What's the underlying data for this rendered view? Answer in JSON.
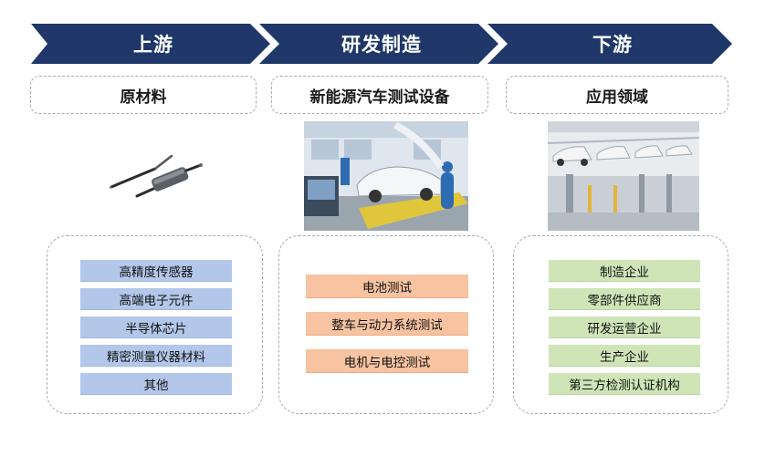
{
  "stages": [
    {
      "title": "上游",
      "category": "原材料"
    },
    {
      "title": "研发制造",
      "category": "新能源汽车测试设备"
    },
    {
      "title": "下游",
      "category": "应用领域"
    }
  ],
  "upstream_items": [
    "高精度传感器",
    "高端电子元件",
    "半导体芯片",
    "精密测量仪器材料",
    "其他"
  ],
  "midstream_items": [
    "电池测试",
    "整车与动力系统测试",
    "电机与电控测试"
  ],
  "downstream_items": [
    "制造企业",
    "零部件供应商",
    "研发运营企业",
    "生产企业",
    "第三方检测认证机构"
  ],
  "colors": {
    "arrow": "#1f3869",
    "upstream_item": "#b3c7ea",
    "midstream_item": "#f7c3a1",
    "downstream_item": "#cfe5b8"
  },
  "images": [
    "sensor-cable-image",
    "vehicle-test-lab-image",
    "car-assembly-line-image"
  ]
}
